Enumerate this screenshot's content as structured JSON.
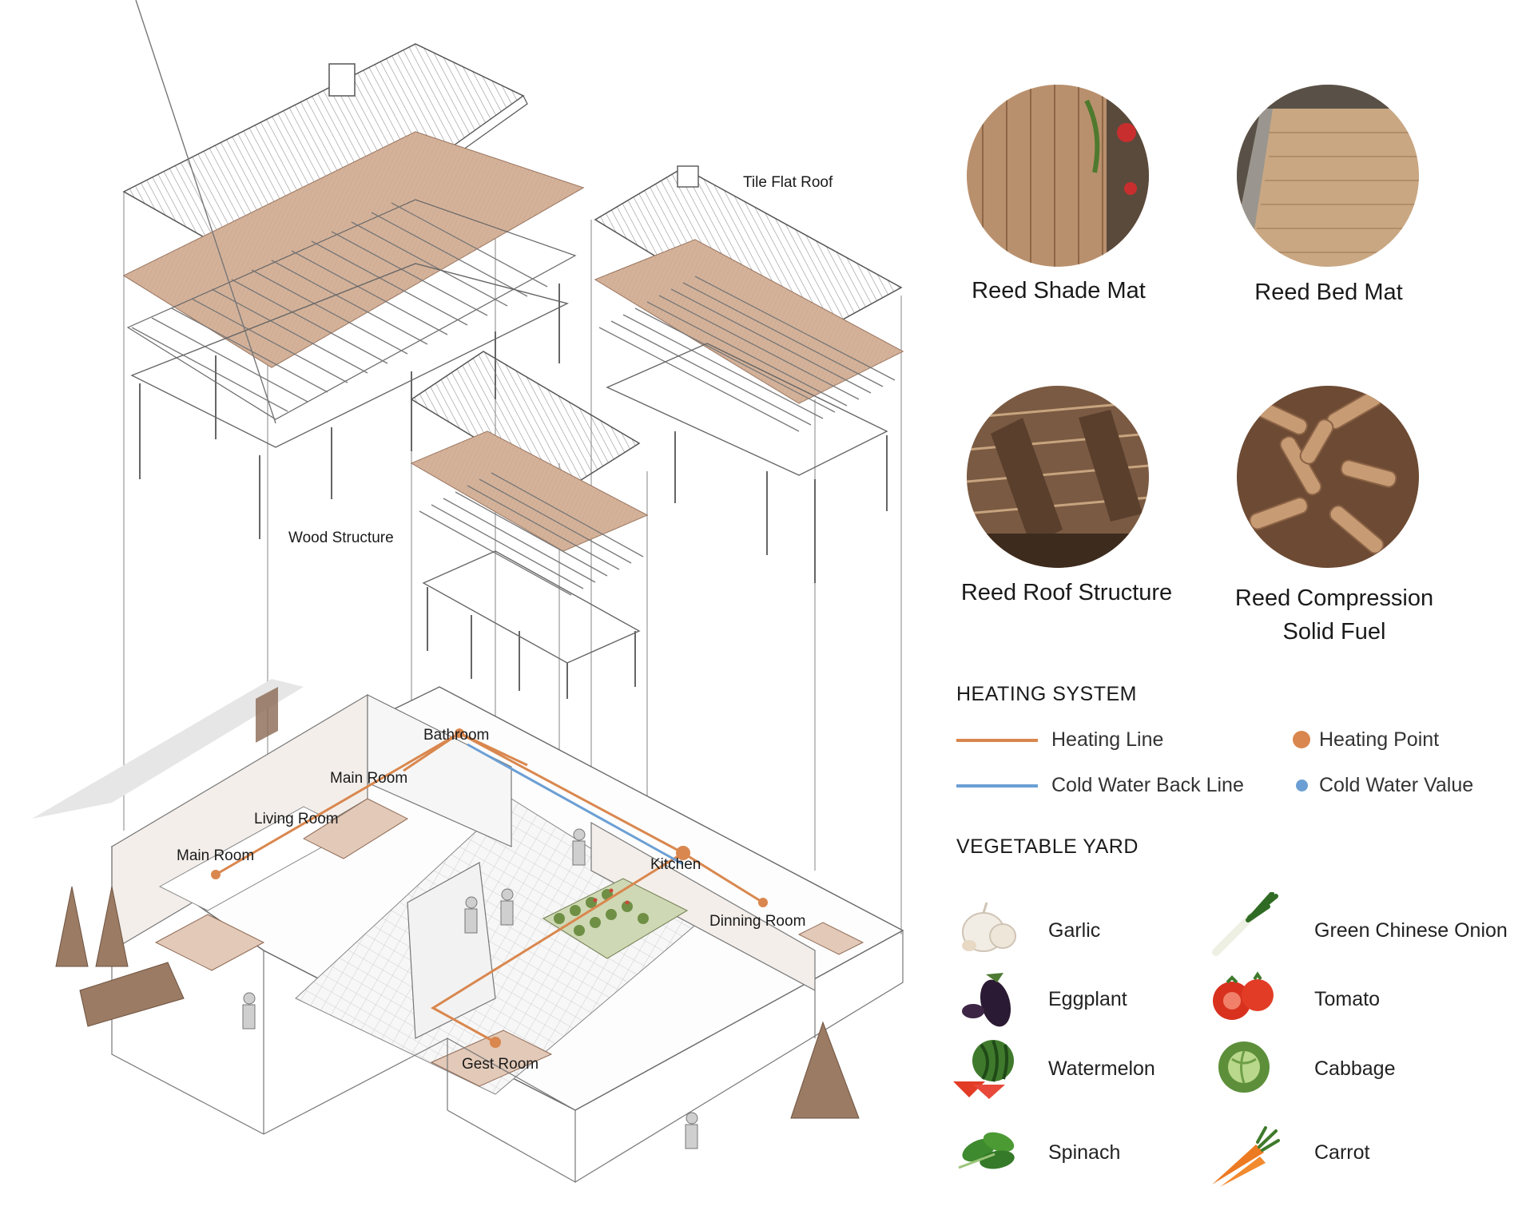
{
  "colors": {
    "heating": "#d9874e",
    "cold_water": "#6b9fd4",
    "reed": "#c9a183",
    "line": "#555555"
  },
  "diagram": {
    "labels": {
      "tile_flat_roof": "Tile Flat Roof",
      "wood_structure": "Wood Structure",
      "bathroom": "Bathroom",
      "main_room_top": "Main Room",
      "living_room": "Living Room",
      "main_room_left": "Main Room",
      "kitchen": "Kitchen",
      "dinning_room": "Dinning Room",
      "gest_room": "Gest Room"
    }
  },
  "materials": [
    {
      "caption": "Reed Shade Mat"
    },
    {
      "caption": "Reed Bed Mat"
    },
    {
      "caption": "Reed Roof Structure"
    },
    {
      "caption_line1": "Reed Compression",
      "caption_line2": "Solid Fuel"
    }
  ],
  "heating_system": {
    "title": "HEATING SYSTEM",
    "heating_line": "Heating Line",
    "heating_point": "Heating Point",
    "cold_water_back_line": "Cold Water Back Line",
    "cold_water_value": "Cold Water Value"
  },
  "vegetable_yard": {
    "title": "VEGETABLE YARD",
    "items": [
      "Garlic",
      "Green Chinese Onion",
      "Eggplant",
      "Tomato",
      "Watermelon",
      "Cabbage",
      "Spinach",
      "Carrot"
    ]
  }
}
